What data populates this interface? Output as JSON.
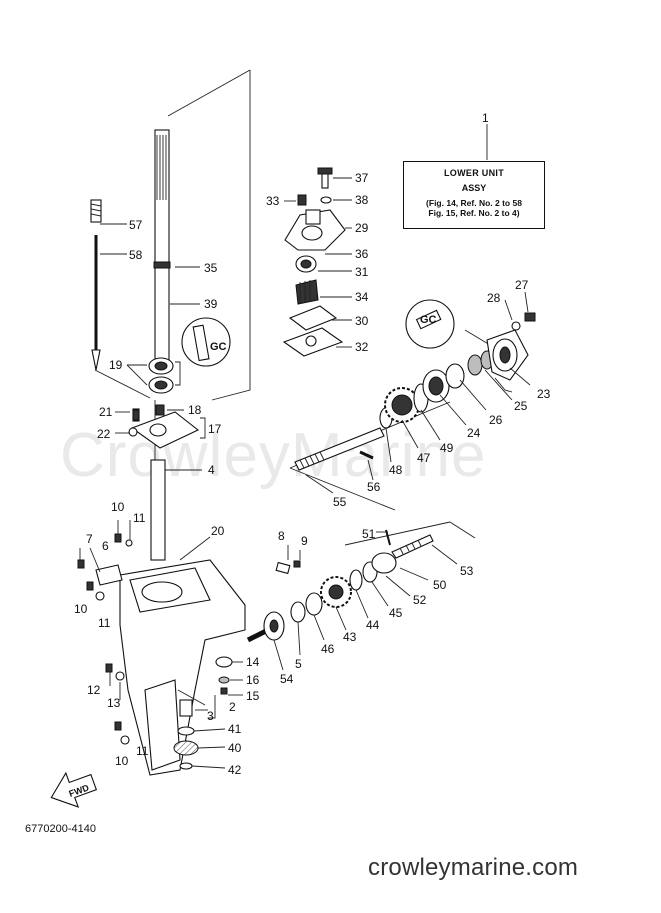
{
  "title_box": {
    "line1": "LOWER UNIT",
    "line2": "ASSY",
    "line3": "(Fig. 14, Ref. No. 2 to 58",
    "line4": "Fig. 15, Ref. No. 2 to 4)"
  },
  "watermark": "CrowleyMarine",
  "fwd_label": "FWD",
  "diagram_code": "6770200-4140",
  "site": "crowleymarine.com",
  "labels": {
    "n1": "1",
    "n2": "2",
    "n3": "3",
    "n4": "4",
    "n5": "5",
    "n6": "6",
    "n7": "7",
    "n8": "8",
    "n9": "9",
    "n10a": "10",
    "n10b": "10",
    "n10c": "10",
    "n11a": "11",
    "n11b": "11",
    "n11c": "11",
    "n12": "12",
    "n13": "13",
    "n14": "14",
    "n15": "15",
    "n16": "16",
    "n17": "17",
    "n18": "18",
    "n19": "19",
    "n20": "20",
    "n21": "21",
    "n22": "22",
    "n23": "23",
    "n24": "24",
    "n25": "25",
    "n26": "26",
    "n27": "27",
    "n28": "28",
    "n29": "29",
    "n30": "30",
    "n31": "31",
    "n32": "32",
    "n33": "33",
    "n34": "34",
    "n35": "35",
    "n36": "36",
    "n37": "37",
    "n38": "38",
    "n39": "39",
    "n40": "40",
    "n41": "41",
    "n42": "42",
    "n43": "43",
    "n44": "44",
    "n45": "45",
    "n46": "46",
    "n47": "47",
    "n48": "48",
    "n49": "49",
    "n50": "50",
    "n51": "51",
    "n52": "52",
    "n53": "53",
    "n54": "54",
    "n55": "55",
    "n56": "56",
    "n57": "57",
    "n58": "58"
  }
}
